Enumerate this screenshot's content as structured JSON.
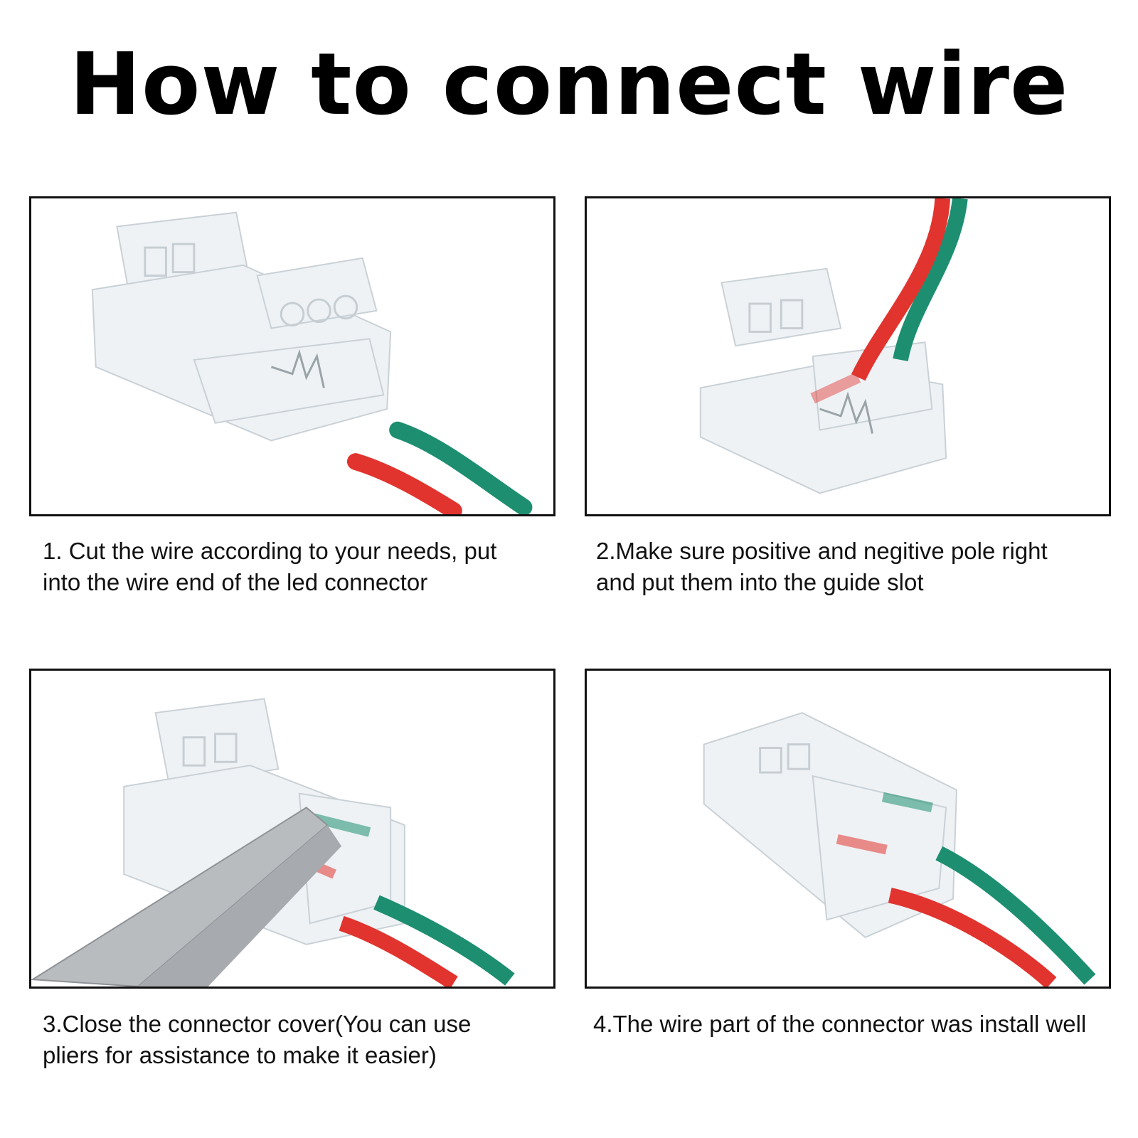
{
  "title": "How to connect wire",
  "colors": {
    "wire_red": "#e1342e",
    "wire_green": "#1d8f70",
    "connector": "#eef2f4",
    "pliers": "#b9bcbf",
    "border": "#111111"
  },
  "steps": [
    {
      "caption": "1. Cut the wire according to your needs, put\ninto the wire end of the led connector",
      "image": "connector-open-with-cut-wires"
    },
    {
      "caption": "2.Make sure positive and negitive pole right\nand put them into the guide slot",
      "image": "wires-inserted-into-guide-slot"
    },
    {
      "caption": "3.Close the connector cover(You can use\npliers for assistance to make it easier)",
      "image": "pliers-closing-connector-cover"
    },
    {
      "caption": "4.The wire part of the connector was install well",
      "image": "connector-installed"
    }
  ]
}
